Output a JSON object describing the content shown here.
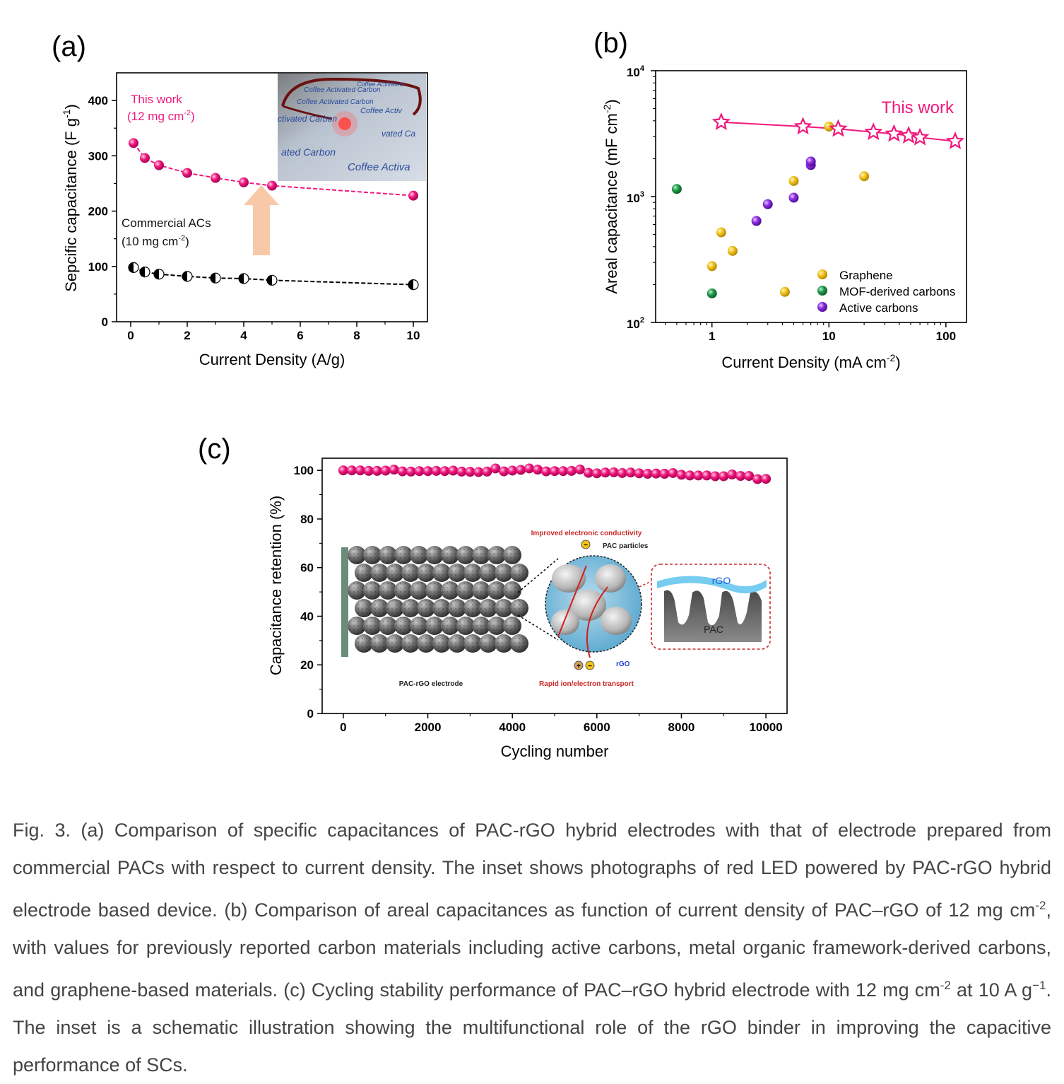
{
  "colors": {
    "accent_pink": "#f0187d",
    "black": "#000000",
    "graphene": "#f2c21a",
    "mof": "#1f9a4a",
    "active": "#8a2be2",
    "arrow": "#f8c9a8"
  },
  "panels": {
    "a": "(a)",
    "b": "(b)",
    "c": "(c)"
  },
  "chart_data": [
    {
      "type": "line",
      "panel": "(a)",
      "xlabel": "Current Density (A/g)",
      "ylabel": "Sepcific capacitance (F g-1)",
      "ylabel_main": "Sepcific capacitance (F g",
      "ylabel_sup": "-1",
      "ylabel_end": ")",
      "xlim": [
        -0.5,
        10.5
      ],
      "ylim": [
        0,
        450
      ],
      "xticks": [
        "0",
        "2",
        "4",
        "6",
        "8",
        "10"
      ],
      "yticks": [
        "0",
        "100",
        "200",
        "300",
        "400"
      ],
      "annotations": {
        "this_work_1": "This work",
        "this_work_2": "(12 mg cm",
        "this_work_sup": "-2",
        "this_work_end": ")",
        "commercial_1": "Commercial ACs",
        "commercial_2": "(10 mg cm",
        "commercial_sup": "-2",
        "commercial_end": ")"
      },
      "inset_photo_texts": [
        "Coffee Activated Carbon",
        "Coffee Activated Carbon",
        "Coffee Activated",
        "Coffee Activ",
        "ctivated Carbon",
        "ated Carbon",
        "vated Ca",
        "Coffee Activa"
      ],
      "series": [
        {
          "name": "This work (12 mg cm-2)",
          "x": [
            0.1,
            0.5,
            1,
            2,
            3,
            4,
            5,
            10
          ],
          "y": [
            323,
            296,
            283,
            269,
            260,
            252,
            246,
            228
          ]
        },
        {
          "name": "Commercial ACs (10 mg cm-2)",
          "x": [
            0.1,
            0.5,
            1,
            2,
            3,
            4,
            5,
            10
          ],
          "y": [
            98,
            90,
            86,
            82,
            79,
            78,
            75,
            67
          ]
        }
      ]
    },
    {
      "type": "scatter",
      "panel": "(b)",
      "xlabel": "Current Density (mA cm-2)",
      "xlabel_main": "Current Density (mA cm",
      "xlabel_sup": "-2",
      "xlabel_end": ")",
      "ylabel": "Areal capacitance (mF cm-2)",
      "ylabel_main": "Areal capacitance (mF cm",
      "ylabel_sup": "-2",
      "ylabel_end": ")",
      "xscale": "log",
      "yscale": "log",
      "xlim": [
        0.33,
        150
      ],
      "ylim": [
        100,
        10000
      ],
      "xticks": [
        "1",
        "10",
        "100"
      ],
      "yticks_base": "10",
      "yticks_exp": [
        "2",
        "3",
        "4"
      ],
      "this_work_label": "This work",
      "legend_position": "bottom-right",
      "series": [
        {
          "name": "This work",
          "x": [
            1.2,
            6,
            12,
            24,
            36,
            48,
            60,
            120
          ],
          "y": [
            3900,
            3600,
            3450,
            3250,
            3150,
            3050,
            2950,
            2750
          ]
        },
        {
          "name": "Graphene",
          "x": [
            1,
            1.2,
            1.5,
            4.2,
            5,
            10,
            20
          ],
          "y": [
            280,
            520,
            370,
            175,
            1330,
            3600,
            1450
          ]
        },
        {
          "name": "MOF-derived carbons",
          "x": [
            0.5,
            1
          ],
          "y": [
            1150,
            170
          ]
        },
        {
          "name": "Active carbons",
          "x": [
            2.4,
            3,
            5,
            7,
            7
          ],
          "y": [
            640,
            870,
            980,
            1780,
            1900
          ]
        }
      ]
    },
    {
      "type": "scatter",
      "panel": "(c)",
      "xlabel": "Cycling number",
      "ylabel": "Capacitance retention (%)",
      "xlim": [
        -500,
        10500
      ],
      "ylim": [
        0,
        105
      ],
      "xticks": [
        "0",
        "2000",
        "4000",
        "6000",
        "8000",
        "10000"
      ],
      "yticks": [
        "0",
        "20",
        "40",
        "60",
        "80",
        "100"
      ],
      "inset_labels": {
        "improved": "Improved electronic conductivity",
        "pac_particles": "PAC particles",
        "rgo_top": "rGO",
        "pac": "PAC",
        "rgo_bottom": "rGO",
        "electrode": "PAC-rGO electrode",
        "rapid": "Rapid ion/electron transport"
      },
      "series": [
        {
          "name": "PAC-rGO",
          "x": [
            0,
            200,
            400,
            600,
            800,
            1000,
            1200,
            1400,
            1600,
            1800,
            2000,
            2200,
            2400,
            2600,
            2800,
            3000,
            3200,
            3400,
            3600,
            3800,
            4000,
            4200,
            4400,
            4600,
            4800,
            5000,
            5200,
            5400,
            5600,
            5800,
            6000,
            6200,
            6400,
            6600,
            6800,
            7000,
            7200,
            7400,
            7600,
            7800,
            8000,
            8200,
            8400,
            8600,
            8800,
            9000,
            9200,
            9400,
            9600,
            9800,
            10000
          ],
          "y": [
            100,
            100,
            100,
            99.8,
            99.8,
            99.9,
            100.3,
            99.6,
            99.5,
            99.7,
            99.7,
            99.8,
            99.7,
            99.9,
            99.5,
            99.4,
            99.3,
            99.5,
            100.8,
            99.6,
            99.9,
            100.2,
            100.8,
            100.3,
            99.6,
            99.7,
            99.7,
            99.8,
            100.4,
            99.0,
            98.8,
            99.1,
            99.2,
            98.9,
            99.1,
            98.8,
            98.6,
            98.7,
            98.6,
            98.9,
            98.2,
            97.9,
            97.9,
            97.9,
            97.6,
            97.6,
            98.3,
            97.7,
            97.7,
            96.4,
            96.5
          ]
        }
      ]
    }
  ],
  "caption": {
    "p1": "Fig. 3. (a) Comparison of specific capacitances of PAC-rGO hybrid electrodes with that of electrode prepared from commercial PACs with respect to current density. The inset shows photographs of red LED powered by PAC-rGO hybrid electrode based device. (b) Comparison of areal capacitances as function of current density of PAC–rGO of 12 mg cm",
    "s1": "-2",
    "p2": ", with values for previously reported carbon materials including active carbons, metal organic framework-derived carbons, and graphene-based materials. (c) Cycling stability performance of PAC–rGO hybrid electrode with 12 mg cm",
    "s2": "-2",
    "p3": " at 10 A g",
    "s3": "−1",
    "p4": ". The inset is a schematic illustration showing the multifunctional role of the rGO binder in improving the capacitive performance of SCs."
  }
}
